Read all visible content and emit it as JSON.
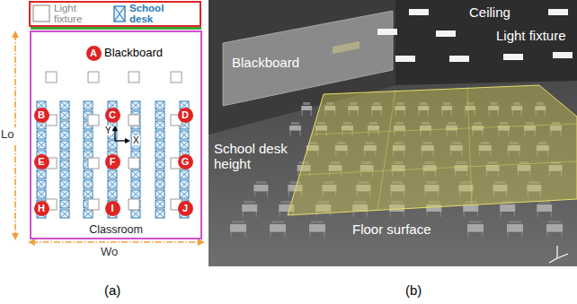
{
  "diagram": {
    "nodes": [
      {
        "text": [
          "Classroom"
        ]
      },
      {
        "text": [
          "A"
        ],
        "in": 0
      },
      {
        "text": [
          "B"
        ],
        "in": 0
      },
      {
        "text": [
          "C"
        ],
        "in": 0
      },
      {
        "text": [
          "D"
        ],
        "in": 0
      },
      {
        "text": [
          "E"
        ],
        "in": 0
      },
      {
        "text": [
          "F"
        ],
        "in": 0
      },
      {
        "text": [
          "G"
        ],
        "in": 0
      },
      {
        "text": [
          "H"
        ],
        "in": 0
      },
      {
        "text": [
          "I"
        ],
        "in": 0
      },
      {
        "text": [
          "J"
        ],
        "in": 0
      }
    ],
    "labels": [
      "Blackboard",
      "Y",
      "X",
      "Lo",
      "Wo",
      "Blackboard",
      "Ceiling",
      "Light fixture",
      "School desk height",
      "Floor surface",
      "(a)",
      "(b)"
    ],
    "legend": [
      {
        "text": "Light fixture"
      },
      {
        "text": "School desk"
      }
    ]
  }
}
